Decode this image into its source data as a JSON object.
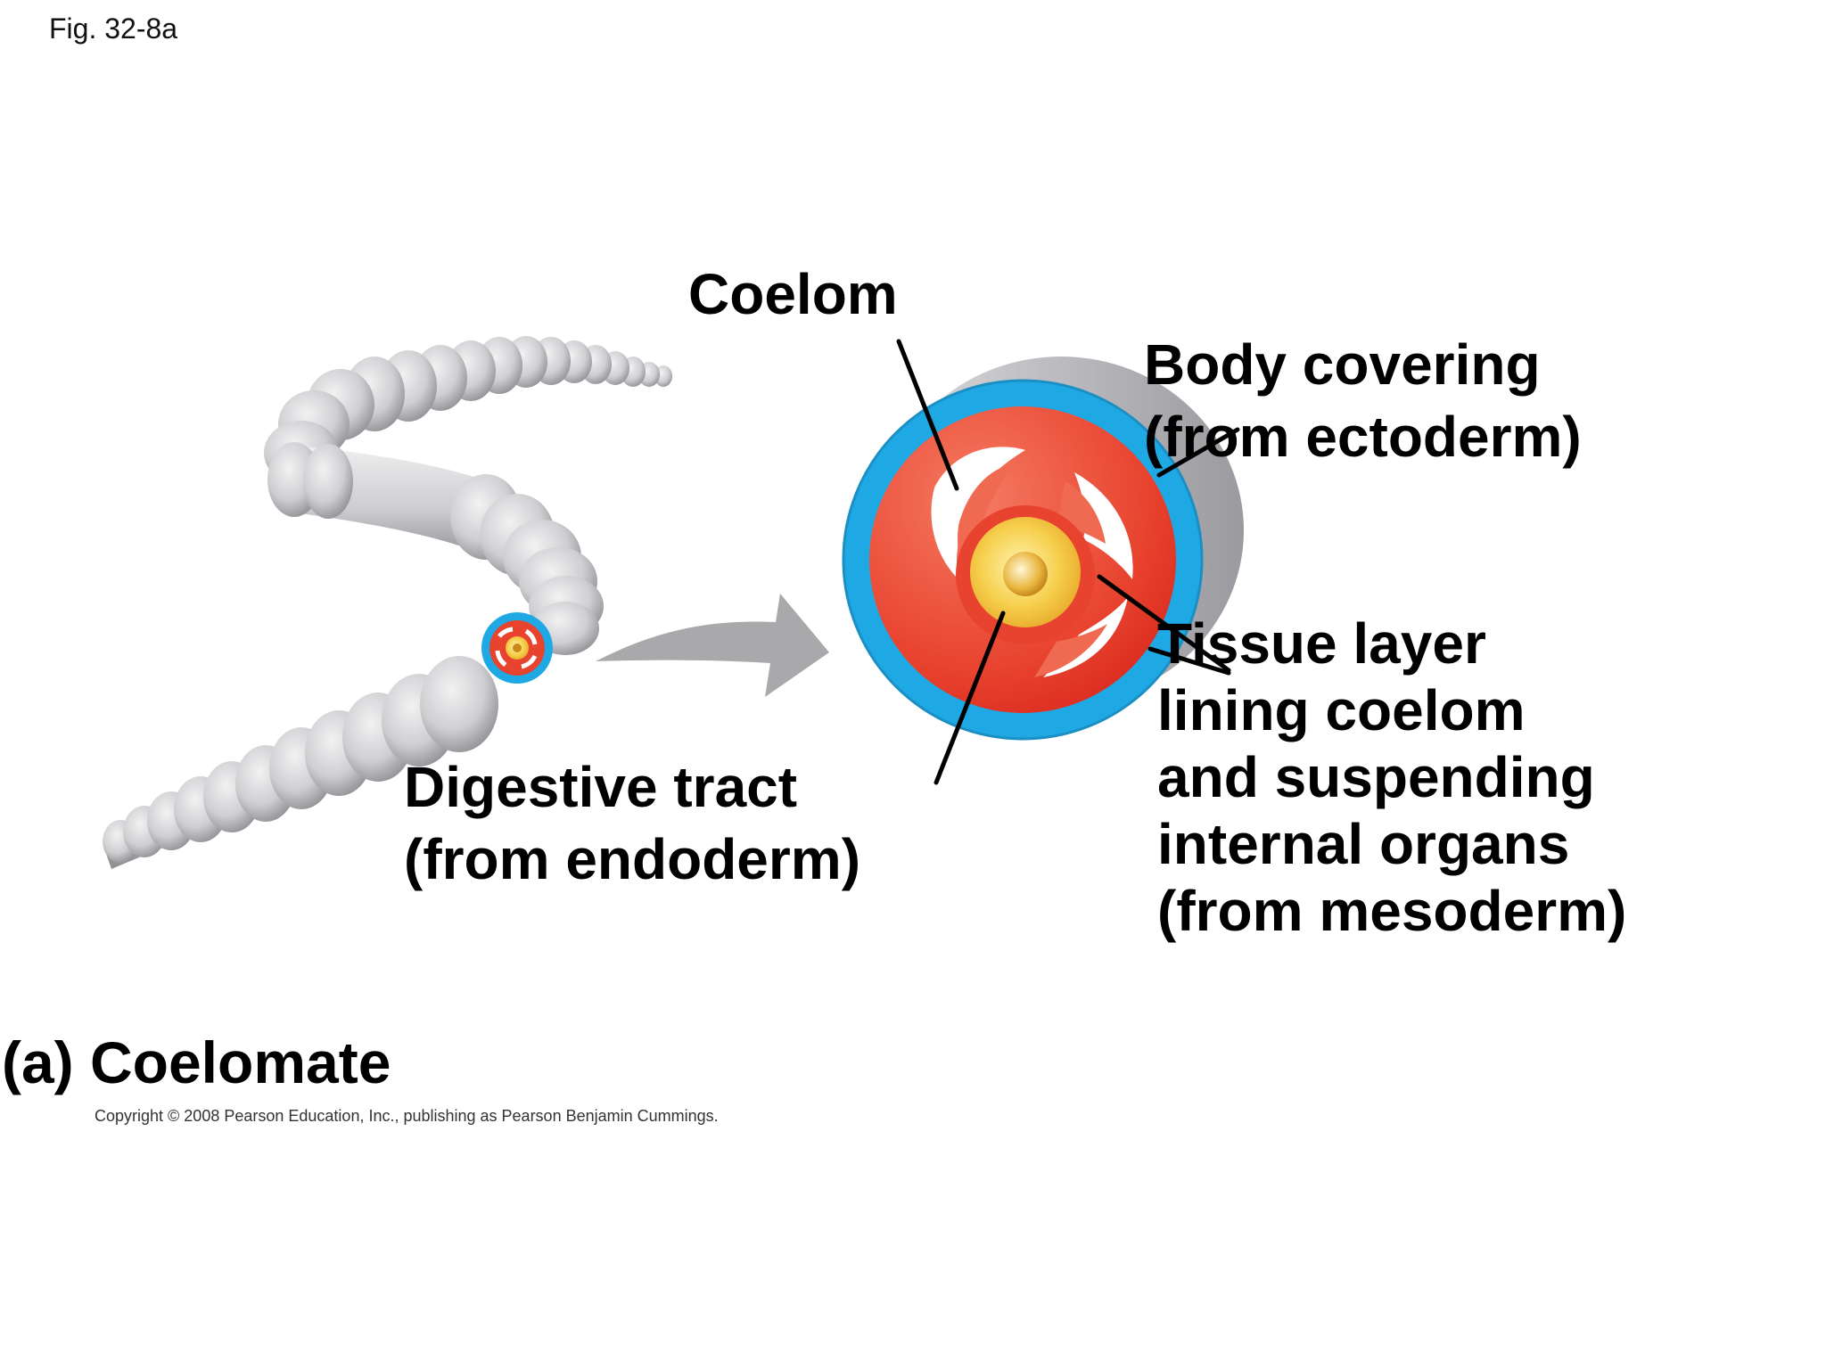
{
  "figure_number": "Fig. 32-8a",
  "labels": {
    "coelom": "Coelom",
    "body_covering": [
      "Body covering",
      "(from ectoderm)"
    ],
    "tissue_layer": [
      "Tissue layer",
      "lining coelom",
      "and suspending",
      "internal organs",
      "(from mesoderm)"
    ],
    "digestive_tract": [
      "Digestive tract",
      "(from endoderm)"
    ]
  },
  "panel_title": "(a) Coelomate",
  "copyright": "Copyright © 2008 Pearson Education, Inc., publishing as Pearson Benjamin Cummings.",
  "colors": {
    "worm_body": "#d2d2d4",
    "worm_shade": "#9c9ca0",
    "arrow": "#a9a9ab",
    "ectoderm_blue": "#1fa9e4",
    "mesoderm_red": "#e8432f",
    "endoderm_yellow": "#f3c13a",
    "coelom_space": "#ffffff",
    "leader_line": "#000000"
  }
}
